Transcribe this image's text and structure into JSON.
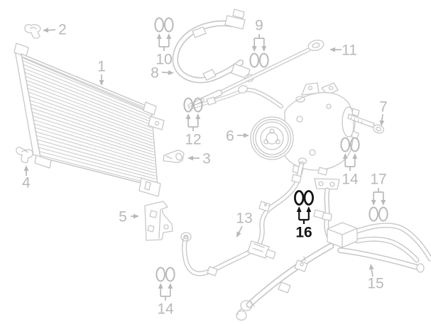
{
  "diagram": {
    "type": "parts-diagram",
    "subject": "air-conditioning-system",
    "highlighted_callout": "16",
    "colors": {
      "background": "#ffffff",
      "line": "#c8c8c8",
      "label": "#b9b9b9",
      "highlight": "#151515"
    },
    "callouts": {
      "c1": "1",
      "c2": "2",
      "c3": "3",
      "c4": "4",
      "c5": "5",
      "c6": "6",
      "c7": "7",
      "c8": "8",
      "c9": "9",
      "c10": "10",
      "c11": "11",
      "c12": "12",
      "c13": "13",
      "c14a": "14",
      "c14b": "14",
      "c15": "15",
      "c16": "16",
      "c17": "17"
    }
  }
}
